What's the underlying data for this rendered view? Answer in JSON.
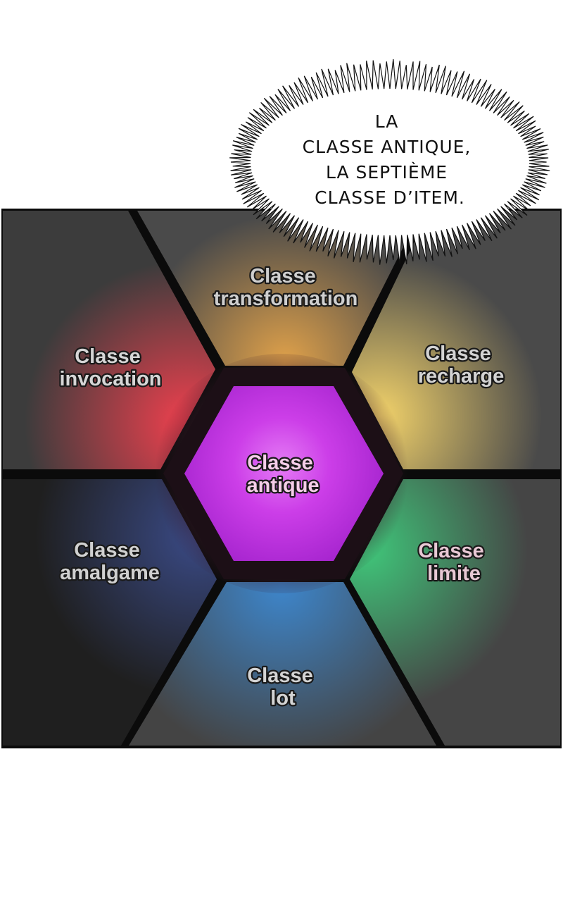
{
  "speech_bubble": {
    "lines": [
      "LA",
      "CLASSE ANTIQUE,",
      "LA SEPTIÈME",
      "CLASSE D’ITEM."
    ]
  },
  "diagram": {
    "center": {
      "line1": "Classe",
      "line2": "antique",
      "color": "#cc3ee8"
    },
    "segments": [
      {
        "id": "transformation",
        "line1": "Classe",
        "line2": "transformation",
        "glow": "#e8a64a"
      },
      {
        "id": "recharge",
        "line1": "Classe",
        "line2": "recharge",
        "glow": "#f2d26a"
      },
      {
        "id": "limite",
        "line1": "Classe",
        "line2": "limite",
        "glow": "#3fc77a"
      },
      {
        "id": "lot",
        "line1": "Classe",
        "line2": "lot",
        "glow": "#3d86cc"
      },
      {
        "id": "amalgame",
        "line1": "Classe",
        "line2": "amalgame",
        "glow": "#3a4a86"
      },
      {
        "id": "invocation",
        "line1": "Classe",
        "line2": "invocation",
        "glow": "#f0404e"
      }
    ]
  }
}
